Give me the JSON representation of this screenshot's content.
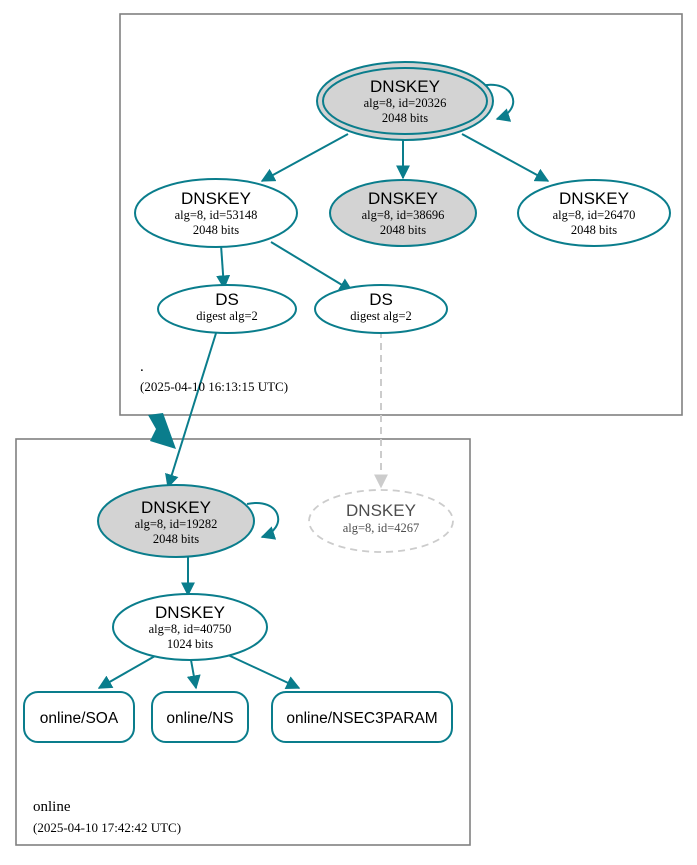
{
  "diagram": {
    "type": "dnssec-authentication-chain",
    "colors": {
      "accent": "#0a7d8c",
      "secure_fill": "#d3d3d3",
      "plain_fill": "#ffffff",
      "inactive": "#cccccc",
      "zone_border": "#808080"
    }
  },
  "zones": [
    {
      "id": "root",
      "name": ".",
      "timestamp": "(2025-04-10 16:13:15 UTC)"
    },
    {
      "id": "online",
      "name": "online",
      "timestamp": "(2025-04-10 17:42:42 UTC)"
    }
  ],
  "nodes": {
    "root_ksk": {
      "type": "DNSKEY",
      "title": "DNSKEY",
      "line2": "alg=8, id=20326",
      "line3": "2048 bits",
      "alg": 8,
      "key_id": 20326,
      "key_size": "2048 bits",
      "role": "ksk",
      "style": "double-ellipse-gray"
    },
    "root_zsk_53148": {
      "type": "DNSKEY",
      "title": "DNSKEY",
      "line2": "alg=8, id=53148",
      "line3": "2048 bits",
      "alg": 8,
      "key_id": 53148,
      "key_size": "2048 bits",
      "role": "zsk",
      "style": "ellipse-white"
    },
    "root_zsk_38696": {
      "type": "DNSKEY",
      "title": "DNSKEY",
      "line2": "alg=8, id=38696",
      "line3": "2048 bits",
      "alg": 8,
      "key_id": 38696,
      "key_size": "2048 bits",
      "role": "zsk",
      "style": "ellipse-gray"
    },
    "root_zsk_26470": {
      "type": "DNSKEY",
      "title": "DNSKEY",
      "line2": "alg=8, id=26470",
      "line3": "2048 bits",
      "alg": 8,
      "key_id": 26470,
      "key_size": "2048 bits",
      "role": "zsk",
      "style": "ellipse-white"
    },
    "ds_left": {
      "type": "DS",
      "title": "DS",
      "line2": "digest alg=2",
      "digest_alg": 2,
      "style": "ellipse-white"
    },
    "ds_right": {
      "type": "DS",
      "title": "DS",
      "line2": "digest alg=2",
      "digest_alg": 2,
      "style": "ellipse-white"
    },
    "online_ksk_19282": {
      "type": "DNSKEY",
      "title": "DNSKEY",
      "line2": "alg=8, id=19282",
      "line3": "2048 bits",
      "alg": 8,
      "key_id": 19282,
      "key_size": "2048 bits",
      "role": "ksk",
      "style": "ellipse-gray"
    },
    "online_key_4267": {
      "type": "DNSKEY",
      "title": "DNSKEY",
      "line2": "alg=8, id=4267",
      "alg": 8,
      "key_id": 4267,
      "style": "ellipse-dashed-inactive"
    },
    "online_zsk_40750": {
      "type": "DNSKEY",
      "title": "DNSKEY",
      "line2": "alg=8, id=40750",
      "line3": "1024 bits",
      "alg": 8,
      "key_id": 40750,
      "key_size": "1024 bits",
      "role": "zsk",
      "style": "ellipse-white"
    },
    "rr_soa": {
      "type": "RRset",
      "label": "online/SOA"
    },
    "rr_ns": {
      "type": "RRset",
      "label": "online/NS"
    },
    "rr_nsec3param": {
      "type": "RRset",
      "label": "online/NSEC3PARAM"
    }
  },
  "edges": [
    {
      "from": "root_ksk",
      "to": "root_ksk",
      "style": "self-loop-solid"
    },
    {
      "from": "root_ksk",
      "to": "root_zsk_53148",
      "style": "solid"
    },
    {
      "from": "root_ksk",
      "to": "root_zsk_38696",
      "style": "solid"
    },
    {
      "from": "root_ksk",
      "to": "root_zsk_26470",
      "style": "solid"
    },
    {
      "from": "root_zsk_53148",
      "to": "ds_left",
      "style": "solid"
    },
    {
      "from": "root_zsk_53148",
      "to": "ds_right",
      "style": "solid"
    },
    {
      "from": "ds_left",
      "to": "online_ksk_19282",
      "style": "solid"
    },
    {
      "from": "ds_right",
      "to": "online_key_4267",
      "style": "dashed-inactive"
    },
    {
      "from": "online_ksk_19282",
      "to": "online_ksk_19282",
      "style": "self-loop-solid"
    },
    {
      "from": "online_ksk_19282",
      "to": "online_zsk_40750",
      "style": "solid"
    },
    {
      "from": "online_zsk_40750",
      "to": "rr_soa",
      "style": "solid"
    },
    {
      "from": "online_zsk_40750",
      "to": "rr_ns",
      "style": "solid"
    },
    {
      "from": "online_zsk_40750",
      "to": "rr_nsec3param",
      "style": "solid"
    }
  ],
  "delegation": {
    "from_zone": ".",
    "to_zone": "online",
    "style": "thick-teal-arrow"
  }
}
